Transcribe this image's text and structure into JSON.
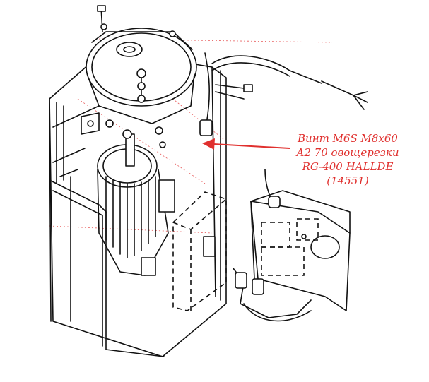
{
  "annotation": {
    "lines": [
      "Винт M6S M8x60",
      "A2 70 овощерезки",
      "RG-400 HALLDE",
      "(14551)"
    ],
    "color": "#e0302e"
  },
  "arrow": {
    "color": "#e0302e"
  }
}
